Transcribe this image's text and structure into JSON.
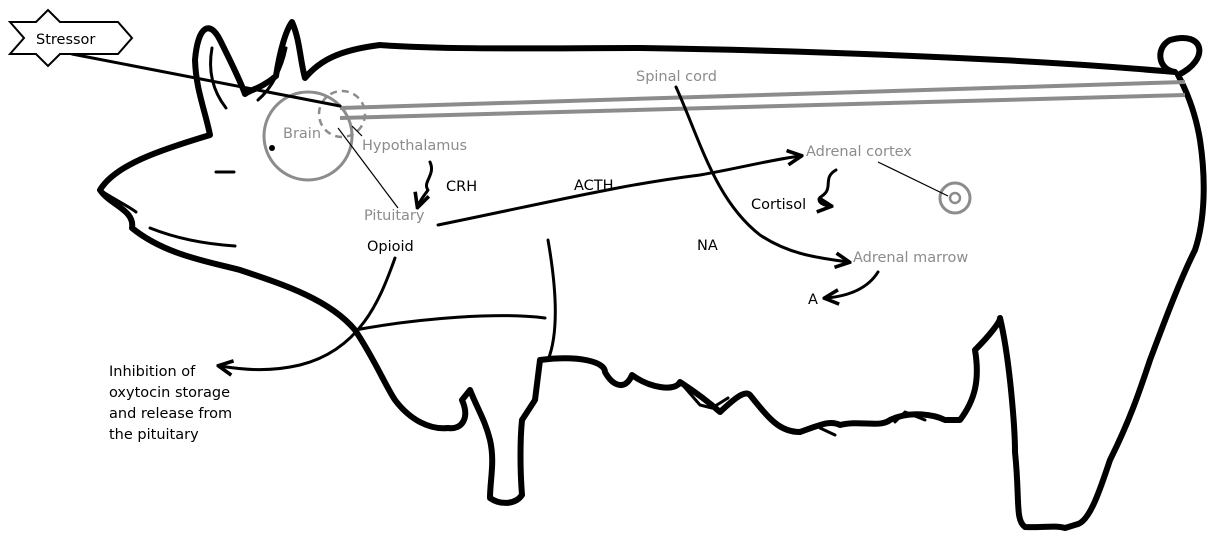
{
  "labels": {
    "stressor": "Stressor",
    "brain": "Brain",
    "hypothalamus": "Hypothalamus",
    "crh": "CRH",
    "pituitary": "Pituitary",
    "opioid": "Opioid",
    "acth": "ACTH",
    "spinal_cord": "Spinal cord",
    "adrenal_cortex": "Adrenal cortex",
    "cortisol": "Cortisol",
    "na": "NA",
    "adrenal_marrow": "Adrenal marrow",
    "a": "A"
  },
  "note_lines": [
    "Inhibition of",
    "oxytocin storage",
    "and release from",
    "the pituitary"
  ],
  "colors": {
    "outline": "#000000",
    "organ_label": "#8c8c8c",
    "hormone_label": "#000000"
  }
}
